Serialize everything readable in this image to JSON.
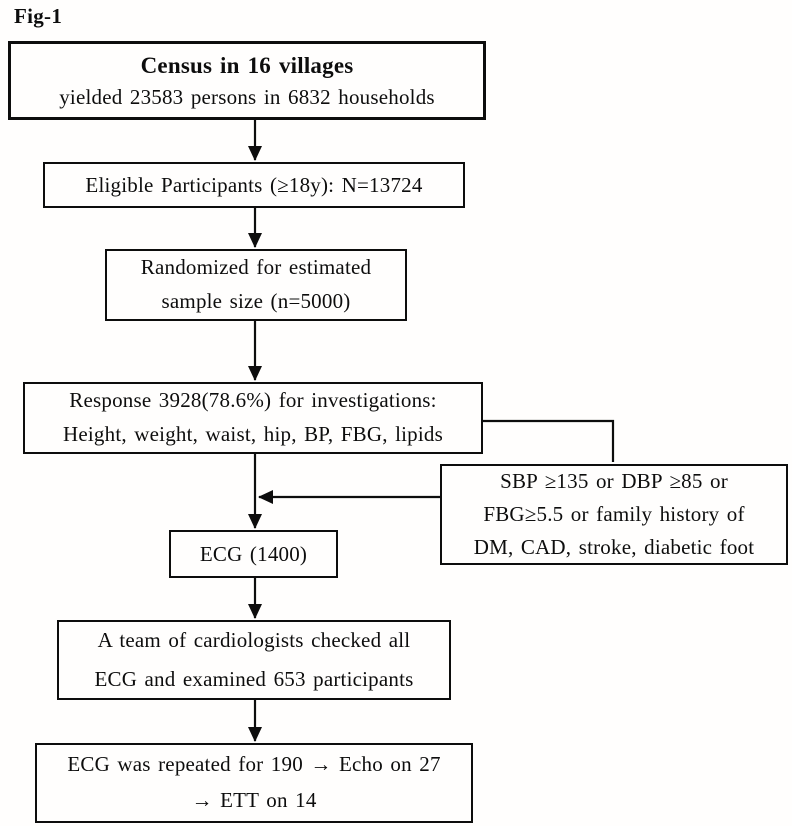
{
  "figure": {
    "label": "Fig-1",
    "type": "flowchart"
  },
  "colors": {
    "line": "#0d0d0d",
    "text": "#0d0d0d",
    "background": "#fffefd"
  },
  "boxes": {
    "census": {
      "line1": "Census in 16 villages",
      "line2": "yielded 23583 persons in 6832 households"
    },
    "eligible": {
      "line1": "Eligible Participants (≥18y): N=13724"
    },
    "randomized": {
      "line1": "Randomized for estimated",
      "line2": "sample size (n=5000)"
    },
    "response": {
      "line1": "Response 3928(78.6%) for investigations:",
      "line2": "Height, weight, waist, hip, BP, FBG, lipids"
    },
    "criteria": {
      "line1": "SBP ≥135 or DBP ≥85 or",
      "line2": "FBG≥5.5 or family history of",
      "line3": "DM, CAD, stroke, diabetic foot"
    },
    "ecg": {
      "line1": "ECG (1400)"
    },
    "cardiologists": {
      "line1": "A team of cardiologists checked all",
      "line2": "ECG and examined 653 participants"
    },
    "repeat": {
      "line1": "ECG was repeated for 190 → Echo on 27",
      "line2": "→ ETT on 14"
    }
  }
}
